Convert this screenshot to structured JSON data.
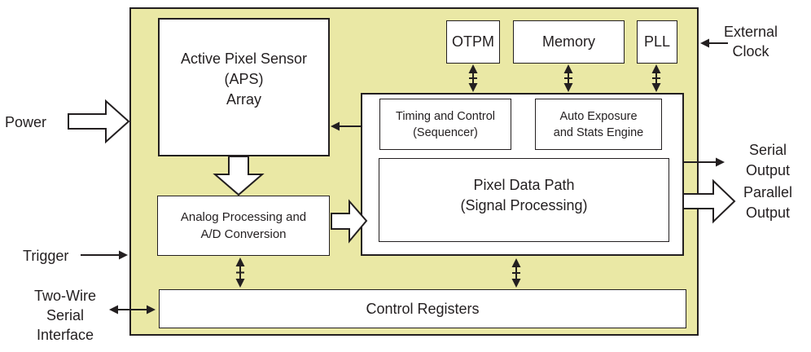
{
  "figure": {
    "type": "sensor-architecture-block-diagram",
    "colors": {
      "chip_fill": "#eae8a5",
      "block_fill": "#ffffff",
      "line": "#231f20",
      "canvas_bg": "#ffffff"
    },
    "blocks": {
      "aps": {
        "lines": [
          "Active Pixel Sensor",
          "(APS)",
          "Array"
        ]
      },
      "otpm": {
        "label": "OTPM"
      },
      "memory": {
        "label": "Memory"
      },
      "pll": {
        "label": "PLL"
      },
      "timing": {
        "lines": [
          "Timing and Control",
          "(Sequencer)"
        ]
      },
      "auto_exposure": {
        "lines": [
          "Auto Exposure",
          "and Stats Engine"
        ]
      },
      "pixel_data_path": {
        "lines": [
          "Pixel Data Path",
          "(Signal Processing)"
        ]
      },
      "analog": {
        "lines": [
          "Analog Processing and",
          "A/D Conversion"
        ]
      },
      "control_registers": {
        "label": "Control Registers"
      }
    },
    "io": {
      "power": {
        "label": "Power"
      },
      "external_clock": {
        "lines": [
          "External",
          "Clock"
        ]
      },
      "serial_output": {
        "lines": [
          "Serial",
          "Output"
        ]
      },
      "parallel_output": {
        "lines": [
          "Parallel",
          "Output"
        ]
      },
      "trigger": {
        "label": "Trigger"
      },
      "two_wire_serial": {
        "lines": [
          "Two-Wire",
          "Serial",
          "Interface"
        ]
      }
    }
  }
}
